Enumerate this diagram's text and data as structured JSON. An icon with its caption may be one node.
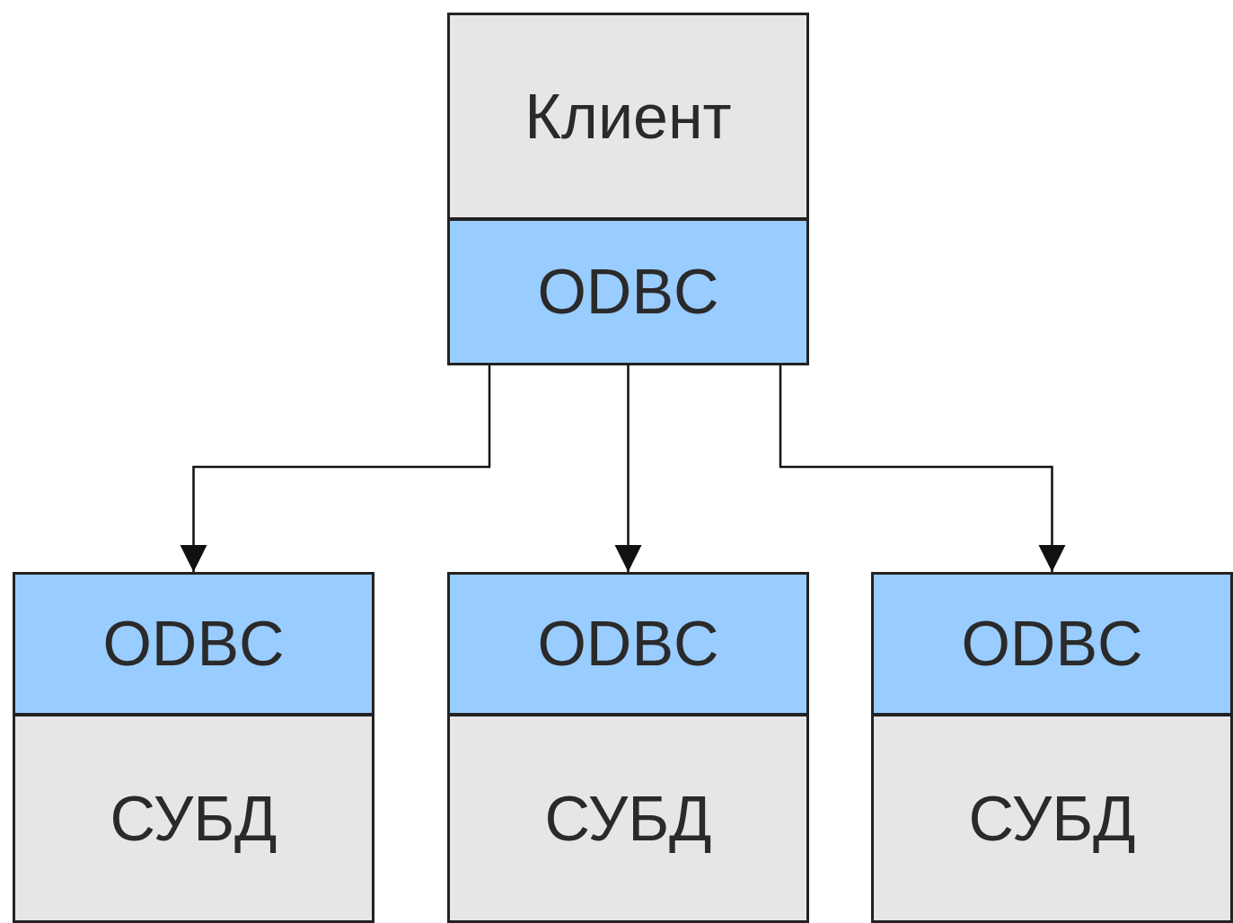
{
  "diagram": {
    "nodes": [
      {
        "text": [
          "Клиент"
        ]
      },
      {
        "text": [
          "ODBC"
        ]
      },
      {
        "text": [
          "ODBC"
        ]
      },
      {
        "text": [
          "СУБД"
        ]
      },
      {
        "text": [
          "ODBC"
        ]
      },
      {
        "text": [
          "СУБД"
        ]
      },
      {
        "text": [
          "ODBC"
        ]
      },
      {
        "text": [
          "СУБД"
        ]
      }
    ],
    "edges": [
      {
        "from": 1,
        "to": 2,
        "arrow": "to"
      },
      {
        "from": 1,
        "to": 4,
        "arrow": "to"
      },
      {
        "from": 1,
        "to": 6,
        "arrow": "to"
      }
    ]
  }
}
